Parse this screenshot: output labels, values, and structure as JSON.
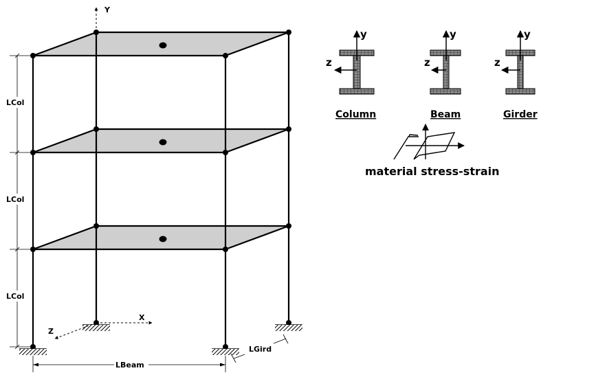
{
  "frame": {
    "axes": {
      "y": "Y",
      "x": "X",
      "z": "Z"
    },
    "dimensions": {
      "col_1": "LCol",
      "col_2": "LCol",
      "col_3": "LCol",
      "beam": "LBeam",
      "girder": "LGird"
    }
  },
  "sections": {
    "column": {
      "title": "Column",
      "y": "y",
      "z": "z"
    },
    "beam": {
      "title": "Beam",
      "y": "y",
      "z": "z"
    },
    "girder": {
      "title": "Girder",
      "y": "y",
      "z": "z"
    }
  },
  "material": {
    "label": "material stress-strain"
  }
}
